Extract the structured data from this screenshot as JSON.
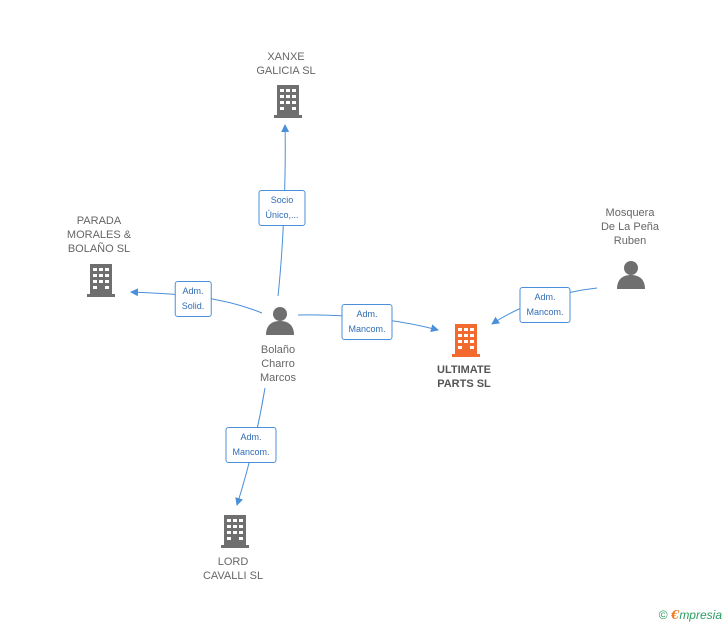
{
  "colors": {
    "edge": "#4a90d9",
    "node_gray": "#6f6f6f",
    "node_main": "#f26a2e"
  },
  "nodes": {
    "xanxe": {
      "label_line1": "XANXE",
      "label_line2": "GALICIA  SL",
      "icon": "building-icon"
    },
    "parada": {
      "label_line1": "PARADA",
      "label_line2": "MORALES &",
      "label_line3": "BOLAÑO  SL",
      "icon": "building-icon"
    },
    "mosquera": {
      "label_line1": "Mosquera",
      "label_line2": "De La Peña",
      "label_line3": "Ruben",
      "icon": "person-icon"
    },
    "bolano": {
      "label_line1": "Bolaño",
      "label_line2": "Charro",
      "label_line3": "Marcos",
      "icon": "person-icon"
    },
    "ultimate": {
      "label_line1": "ULTIMATE",
      "label_line2": "PARTS SL",
      "icon": "building-icon"
    },
    "lord": {
      "label_line1": "LORD",
      "label_line2": "CAVALLI SL",
      "icon": "building-icon"
    }
  },
  "edges": {
    "to_xanxe": {
      "line1": "Socio",
      "line2": "Único,..."
    },
    "to_parada": {
      "line1": "Adm.",
      "line2": "Solid."
    },
    "to_ultimate_from_bolano": {
      "line1": "Adm.",
      "line2": "Mancom."
    },
    "to_ultimate_from_mosquera": {
      "line1": "Adm.",
      "line2": "Mancom."
    },
    "to_lord": {
      "line1": "Adm.",
      "line2": "Mancom."
    }
  },
  "footer": {
    "copyright": "©",
    "brand_e": "€",
    "brand_rest": "mpresia"
  }
}
